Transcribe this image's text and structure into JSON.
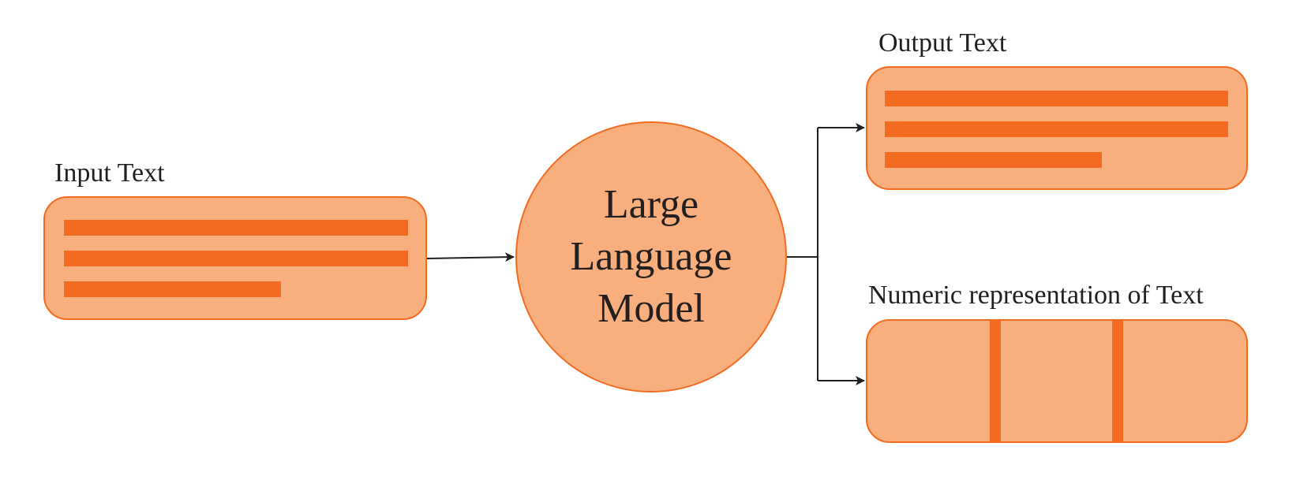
{
  "input": {
    "label": "Input Text"
  },
  "model": {
    "line1": "Large",
    "line2": "Language",
    "line3": "Model"
  },
  "output": {
    "label": "Output Text"
  },
  "numeric": {
    "label": "Numeric representation of Text"
  },
  "colors": {
    "fill": "#f9ae7e",
    "accent": "#f26b21",
    "text": "#231f20",
    "arrow": "#231f20"
  }
}
